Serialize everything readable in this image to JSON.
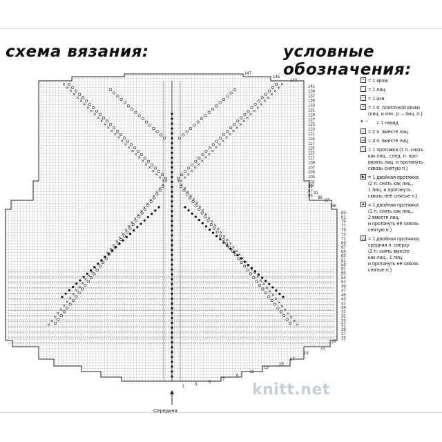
{
  "headings": {
    "left": "схема вязания:",
    "right": "условные обозначения:"
  },
  "middle_label": "Середина",
  "watermark": "knitt.net",
  "row_numbers": {
    "upper": [
      "141",
      "139",
      "137",
      "135",
      "133",
      "131",
      "129",
      "127",
      "125",
      "123",
      "121",
      "119",
      "117",
      "115",
      "113",
      "111",
      "109",
      "107",
      "105",
      "103",
      "101",
      "99",
      "97",
      "95"
    ],
    "middle": [
      "83",
      "81",
      "79",
      "77",
      "75",
      "73",
      "71",
      "69",
      "67",
      "65",
      "63",
      "61",
      "59",
      "57",
      "55",
      "53",
      "51",
      "49",
      "47",
      "45",
      "43",
      "41",
      "39",
      "37",
      "35",
      "33",
      "31",
      "29",
      "27",
      "25"
    ],
    "side_labels": [
      "147",
      "145",
      "143",
      "93",
      "91",
      "89",
      "87",
      "85",
      "23",
      "21",
      "19",
      "17",
      "15",
      "13",
      "11",
      "9",
      "7",
      "5",
      "3",
      "1"
    ]
  },
  "legend": [
    {
      "icon": "edge-stitch-icon",
      "symbol": "+",
      "text": "= 1 кром."
    },
    {
      "icon": "knit-stitch-icon",
      "symbol": "",
      "text": "= 1 лиц."
    },
    {
      "icon": "purl-stitch-icon",
      "symbol": "–",
      "text": "= 1 изн."
    },
    {
      "icon": "garter-stitch-icon",
      "symbol": "×",
      "text": "= 1 п. платочной вязки\n(лиц. и изн. р. – лиц. п.)"
    },
    {
      "icon": "yarn-over-icon",
      "symbol": "● ○",
      "text": "= 1 накид"
    },
    {
      "icon": "k2tog-icon",
      "symbol": "⟋",
      "text": "= 2 п. вместе лиц."
    },
    {
      "icon": "k3tog-icon",
      "symbol": "⊿",
      "text": "= 3 п. вместе лиц."
    },
    {
      "icon": "ssk-icon",
      "symbol": "⟍",
      "text": "= 1 протяжка (1 п. снять\nкак лиц., след. п. про-\nвязать лиц. и протянуть\nсквозь снятую п.)"
    },
    {
      "icon": "double-decrease-right-icon",
      "symbol": "◣",
      "text": "= 1 двойная протяжка\n(2 п. снять как лиц.,\n1 лиц. и протянуть\nсквозь неё снятые п.)"
    },
    {
      "icon": "double-decrease-left-icon",
      "symbol": "▲",
      "text": "= 1 двойная протяжка\n(1 п. снять как лиц.,\n2 вместе лиц.\nи протянуть её сквозь\nснятую п.)"
    },
    {
      "icon": "double-decrease-center-icon",
      "symbol": "△",
      "text": "= 1 двойная протяжка,\nсредняя п. сверху\n(2 п. снять вместе\nкак лиц., 1 лиц.\nи протянуть её сквозь\nснятые п.)"
    }
  ]
}
